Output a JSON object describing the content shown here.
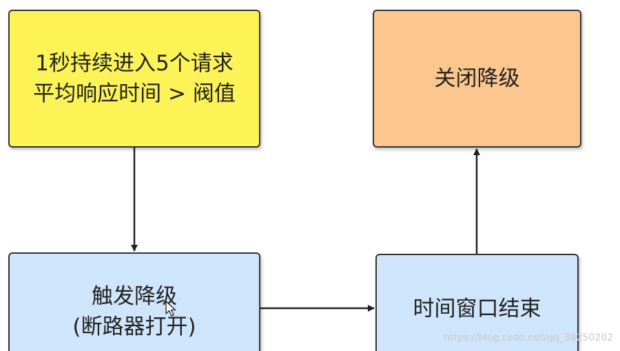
{
  "nodes": {
    "trigger_condition": {
      "line1": "1秒持续进入5个请求",
      "line2": "平均响应时间 > 阀值",
      "fill": "#fcf357"
    },
    "trigger_degrade": {
      "line1": "触发降级",
      "line2": "(断路器打开)",
      "fill": "#cfe5fb"
    },
    "time_window_end": {
      "line1": "时间窗口结束",
      "fill": "#cfe5fb"
    },
    "close_degrade": {
      "line1": "关闭降级",
      "fill": "#fbc78f"
    }
  },
  "watermark": "https://blog.csdn.net/qq_38250202"
}
